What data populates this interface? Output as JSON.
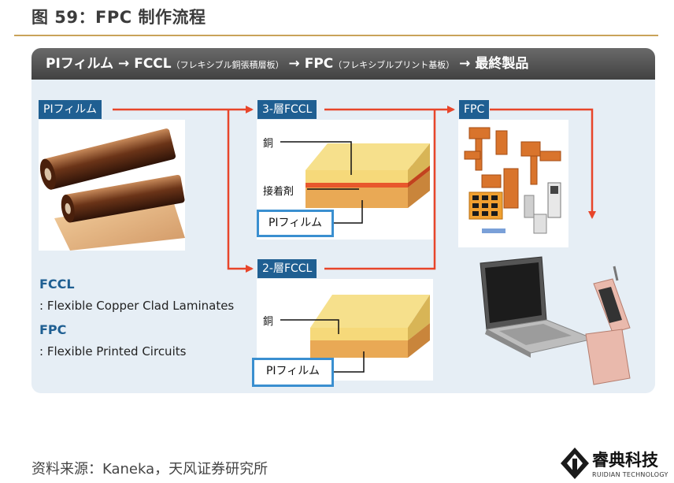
{
  "figure": {
    "title": "图 59：FPC 制作流程"
  },
  "header": {
    "pi": "PIフィルム",
    "arrow1": " → ",
    "fccl": "FCCL",
    "fccl_note": "（フレキシブル銅張積層板）",
    "arrow2": " → ",
    "fpc": "FPC",
    "fpc_note": "（フレキシブルプリント基板）",
    "arrow3": " → ",
    "final": "最終製品"
  },
  "stages": {
    "pi_film": "PIフィルム",
    "fccl3": "3-層FCCL",
    "fccl2": "2-層FCCL",
    "fpc": "FPC"
  },
  "layers3": {
    "copper": "銅",
    "adhesive": "接着剤",
    "pi": "PIフィルム"
  },
  "layers2": {
    "copper": "銅",
    "pi": "PIフィルム"
  },
  "legend": {
    "fccl_term": "FCCL",
    "fccl_desc": ": Flexible Copper Clad Laminates",
    "fpc_term": "FPC",
    "fpc_desc": ": Flexible Printed Circuits"
  },
  "footer": {
    "source": "资料来源：Kaneka，天风证券研究所",
    "brand_name": "睿典科技",
    "brand_sub": "RUIDIAN TECHNOLOGY"
  },
  "colors": {
    "arrow": "#e8452a",
    "tag_bg": "#1f5f92",
    "highlight_border": "#3a8fd0",
    "copper_top": "#f6d97a",
    "adhesive": "#e8582c",
    "pi_layer": "#e9a955"
  }
}
